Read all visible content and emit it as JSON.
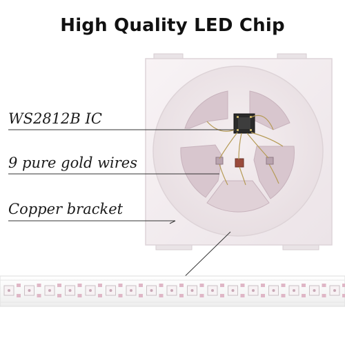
{
  "headline": "High Quality LED Chip",
  "callouts": {
    "ic": "WS2812B IC",
    "wires": "9 pure gold wires",
    "copper": "Copper bracket"
  },
  "colors": {
    "chip_body": "#f4eef0",
    "chip_dome": "#ece4e7",
    "copper_pads": "#d4c1ca",
    "ic_die": "#2a2a2a",
    "strip_pcb": "#f5f5f5",
    "pink_pads": "#dfb6c6"
  }
}
